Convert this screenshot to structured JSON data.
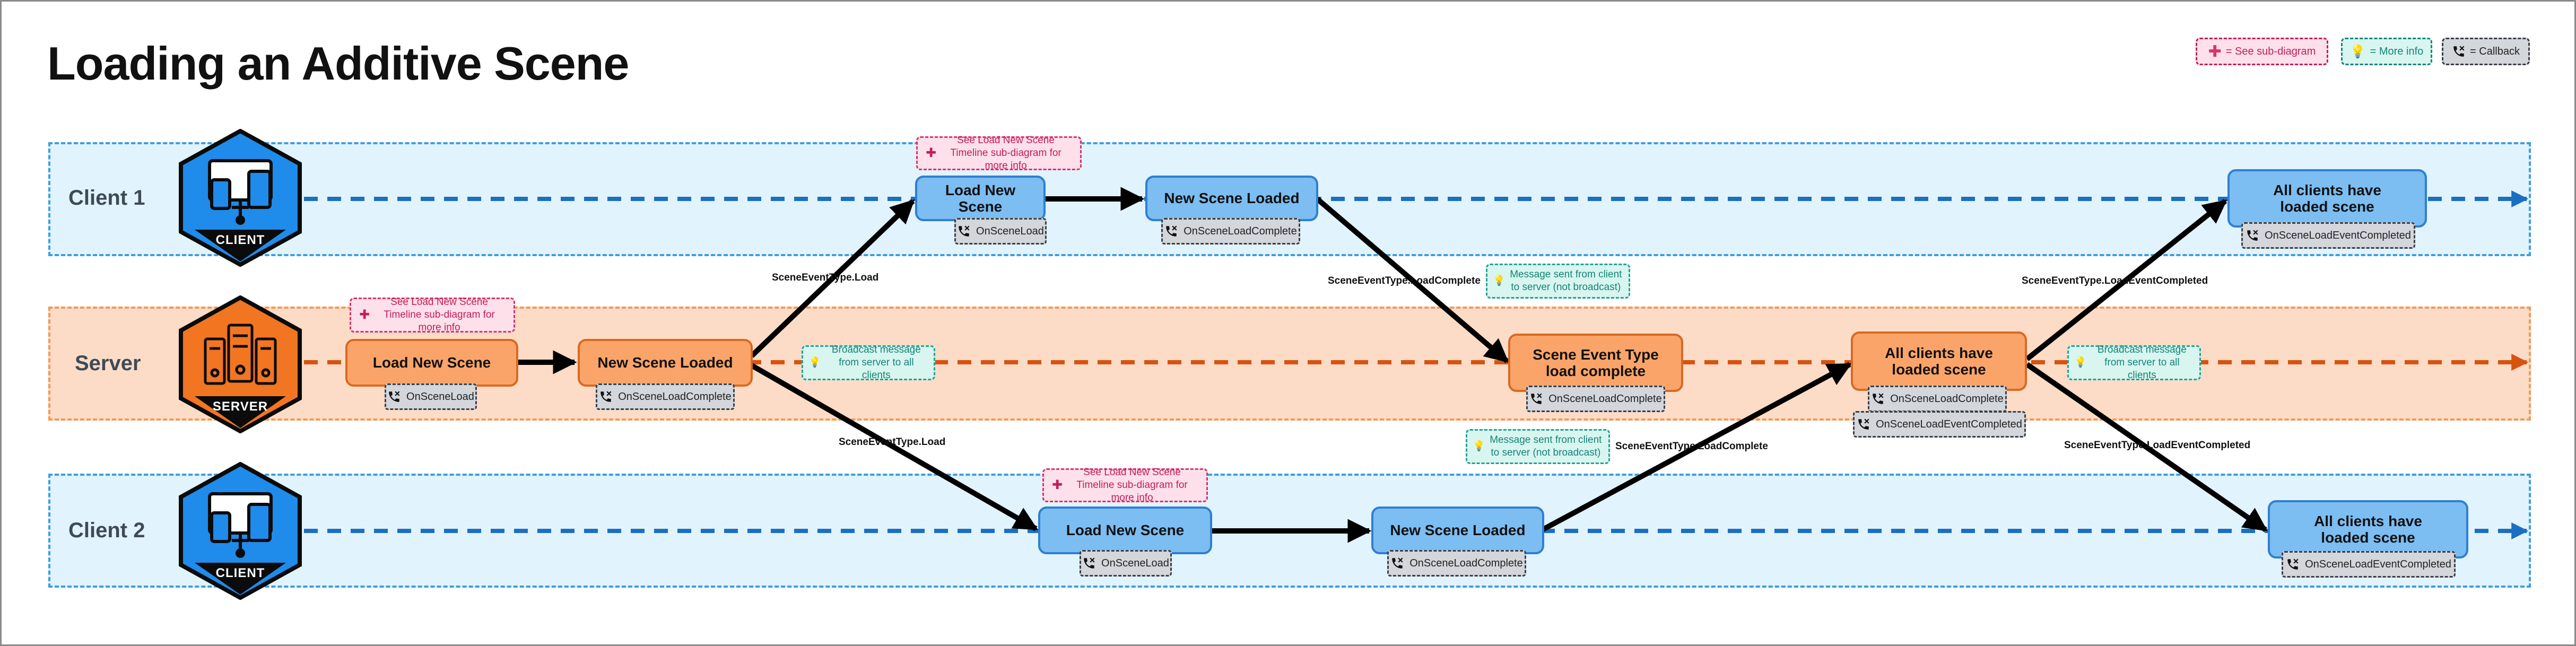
{
  "title": "Loading an Additive Scene",
  "legend": {
    "sub_diagram": "= See sub-diagram",
    "more_info": "= More info",
    "callback": "= Callback"
  },
  "colors": {
    "client_badge": "#1f8bea",
    "server_badge": "#f27522",
    "client_line": "#1a6fc2",
    "server_line": "#d8530f",
    "arrow": "#000000"
  },
  "lanes": {
    "client1": {
      "label": "Client 1",
      "badge": "CLIENT",
      "icon": "client-device-icon"
    },
    "server": {
      "label": "Server",
      "badge": "SERVER",
      "icon": "server-rack-icon"
    },
    "client2": {
      "label": "Client 2",
      "badge": "CLIENT",
      "icon": "client-device-icon"
    }
  },
  "nodes": {
    "server_load": {
      "label": "Load New Scene",
      "callback": "OnSceneLoad"
    },
    "server_loaded": {
      "label": "New Scene Loaded",
      "callback": "OnSceneLoadComplete"
    },
    "server_type_complete": {
      "label": "Scene Event Type load complete",
      "callback": "OnSceneLoadComplete"
    },
    "server_all": {
      "label": "All clients have loaded scene",
      "callback": "OnSceneLoadComplete",
      "callback2": "OnSceneLoadEventCompleted"
    },
    "c1_load": {
      "label": "Load New Scene",
      "callback": "OnSceneLoad"
    },
    "c1_loaded": {
      "label": "New Scene Loaded",
      "callback": "OnSceneLoadComplete"
    },
    "c1_all": {
      "label": "All clients have loaded scene",
      "callback": "OnSceneLoadEventCompleted"
    },
    "c2_load": {
      "label": "Load New Scene",
      "callback": "OnSceneLoad"
    },
    "c2_loaded": {
      "label": "New Scene Loaded",
      "callback": "OnSceneLoadComplete"
    },
    "c2_all": {
      "label": "All clients have loaded scene",
      "callback": "OnSceneLoadEventCompleted"
    }
  },
  "notes": {
    "server_subdiagram": "See Load New Scene Timeline sub-diagram for more info",
    "c1_subdiagram": "See Load New Scene Timeline sub-diagram for more info",
    "c2_subdiagram": "See Load New Scene Timeline sub-diagram for more info",
    "broadcast_1": "Broadcast message from server to all clients",
    "broadcast_2": "Broadcast message from server to all clients",
    "c1_to_server": "Message sent from client to server (not broadcast)",
    "c2_to_server": "Message sent from client to server (not broadcast)"
  },
  "edge_labels": {
    "load_to_c1": "SceneEventType.Load",
    "load_to_c2": "SceneEventType.Load",
    "c1_complete": "SceneEventType.LoadComplete",
    "c2_complete": "SceneEventType.LoadComplete",
    "event_completed_c1": "SceneEventType.LoadEventCompleted",
    "event_completed_c2": "SceneEventType.LoadEventCompleted"
  }
}
